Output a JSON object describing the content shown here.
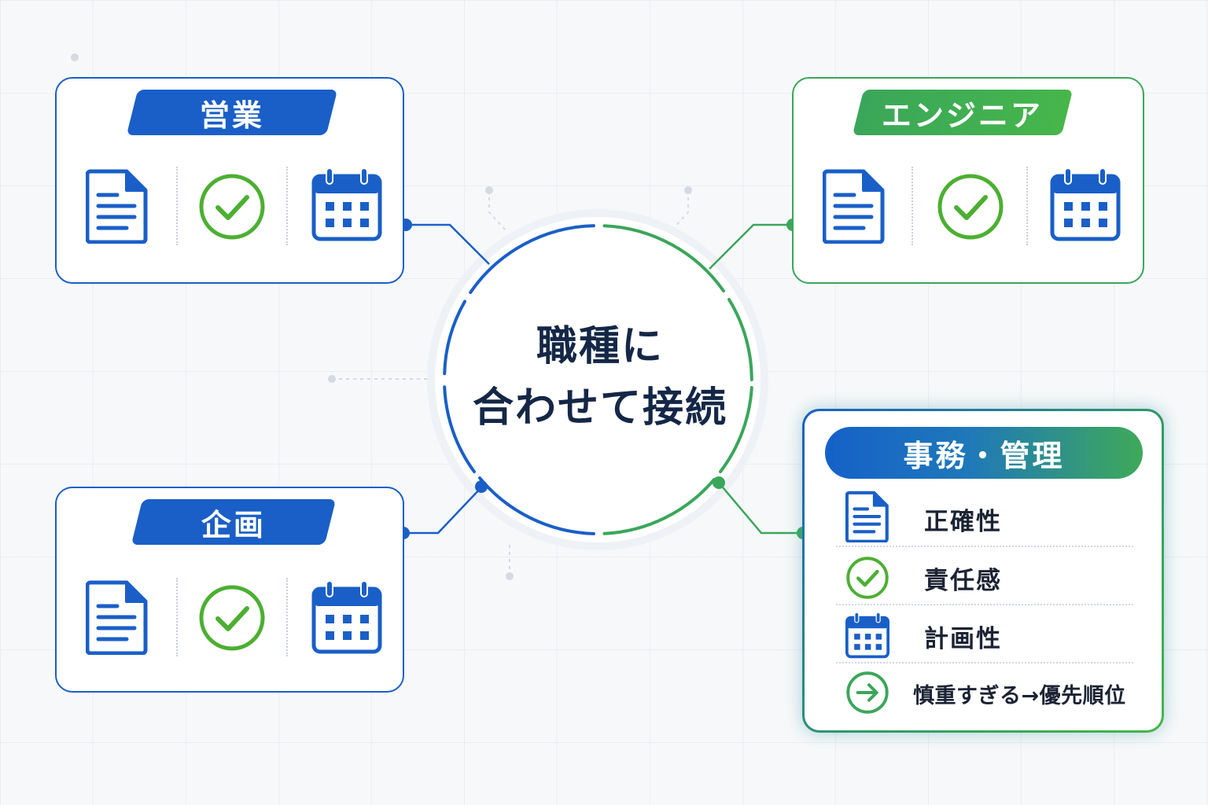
{
  "hub": {
    "title_line1": "職種に",
    "title_line2": "合わせて接続"
  },
  "colors": {
    "blue": "#1a5fc7",
    "green": "#3aa65a",
    "navy_text": "#142746"
  },
  "cards": {
    "sales": {
      "title": "営業",
      "icons": [
        "document-icon",
        "check-circle-icon",
        "calendar-icon"
      ]
    },
    "engineer": {
      "title": "エンジニア",
      "icons": [
        "document-icon",
        "check-circle-icon",
        "calendar-icon"
      ]
    },
    "planning": {
      "title": "企画",
      "icons": [
        "document-icon",
        "check-circle-icon",
        "calendar-icon"
      ]
    },
    "admin": {
      "title": "事務・管理",
      "items": [
        {
          "icon": "document-icon",
          "label": "正確性"
        },
        {
          "icon": "check-circle-icon",
          "label": "責任感"
        },
        {
          "icon": "calendar-icon",
          "label": "計画性"
        },
        {
          "icon": "arrow-circle-icon",
          "label": "慎重すぎる→優先順位"
        }
      ]
    }
  }
}
